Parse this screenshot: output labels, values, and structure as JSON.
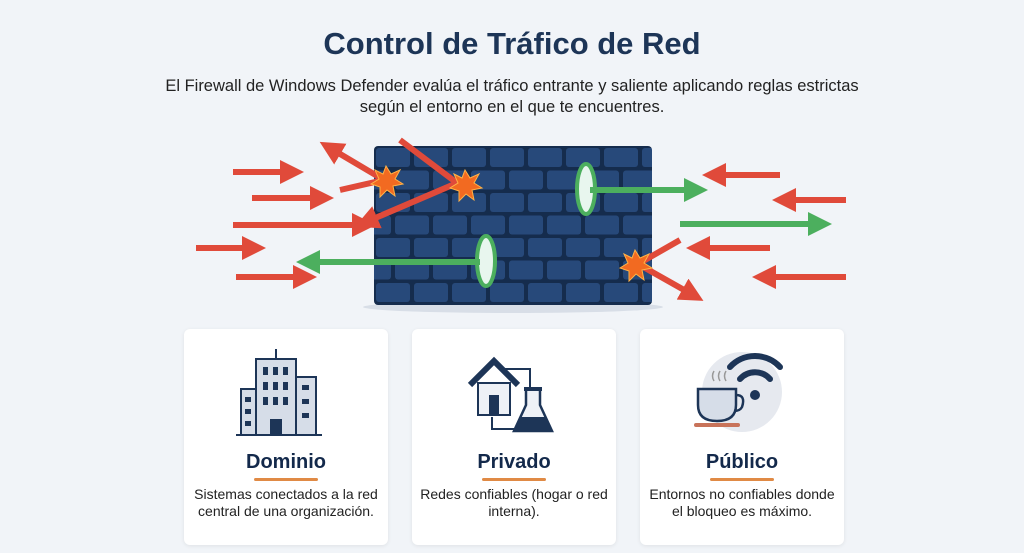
{
  "header": {
    "title": "Control de Tráfico de Red",
    "subtitle": "El Firewall de Windows Defender evalúa el tráfico entrante y saliente aplicando reglas estrictas según el entorno en el que te encuentres."
  },
  "colors": {
    "wall": "#1f3f6b",
    "blocked": "#e04a3a",
    "allowed": "#4caf5e",
    "accent": "#e08a45",
    "title": "#1d3557"
  },
  "profiles": [
    {
      "icon": "office-building-icon",
      "name": "Dominio",
      "description": "Sistemas conectados a la red central de una organización."
    },
    {
      "icon": "home-lab-icon",
      "name": "Privado",
      "description": "Redes confiables (hogar o red interna)."
    },
    {
      "icon": "cafe-wifi-icon",
      "name": "Público",
      "description": "Entornos no confiables donde el bloqueo es máximo."
    }
  ]
}
